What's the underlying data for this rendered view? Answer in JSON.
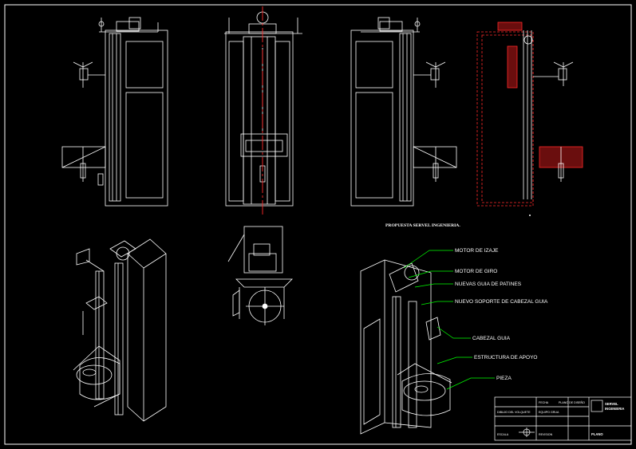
{
  "drawing": {
    "proposal_title": "PROPUESTA SERVEL INGENIERIA."
  },
  "callouts": [
    "MOTOR DE IZAJE",
    "MOTOR DE GIRO",
    "NUEVAS GUIA DE PATINES",
    "NUEVO SOPORTE DE CABEZAL GUIA",
    "CABEZAL GUIA",
    "ESTRUCTURA DE APOYO",
    "PIEZA"
  ],
  "title_block": {
    "company_line1": "SERVEL",
    "company_line2": "INGENIERIA",
    "left_col": [
      "",
      "DIBUJO DEL VOLQUETE",
      "",
      "ESCALA"
    ],
    "mid_col": [
      "FECHA",
      "EQUIPO GRUA",
      "",
      "REVISION"
    ],
    "right_col": [
      "PLANO DE DISEÑO",
      "",
      "",
      "PLANO"
    ]
  },
  "colors": {
    "line": "#ffffff",
    "callout": "#00ff00",
    "modification": "#ff2a2a",
    "background": "#000000"
  }
}
